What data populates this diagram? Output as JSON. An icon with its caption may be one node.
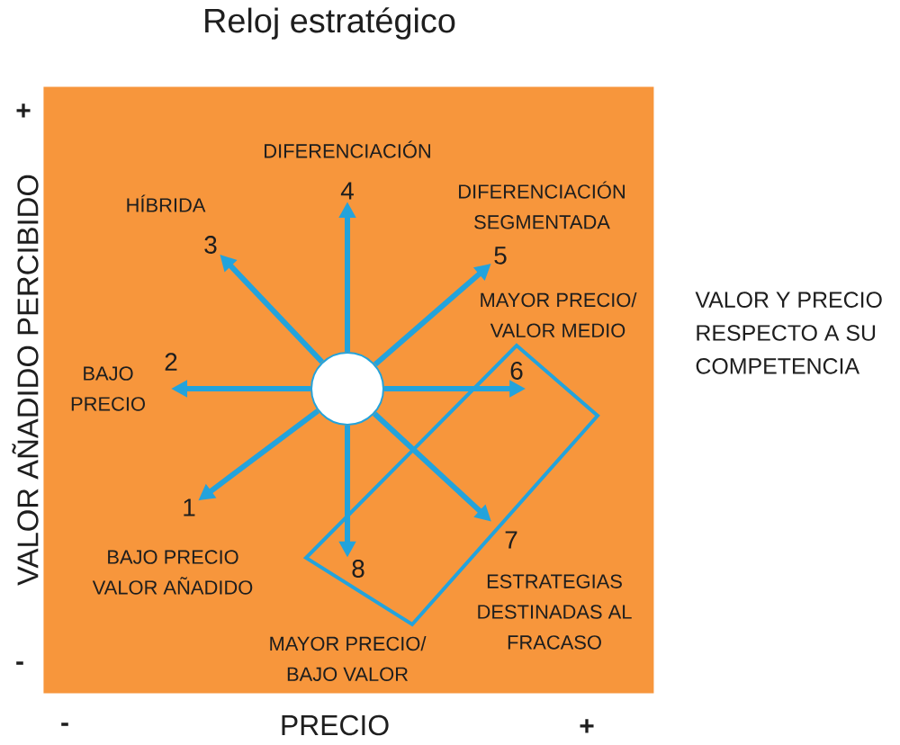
{
  "diagram": {
    "title": "Reloj estratégico",
    "nodes": [
      {
        "text": [],
        "shape": "box"
      },
      {
        "text": [],
        "shape": "circle",
        "in": 0
      },
      {
        "text": [
          "1"
        ],
        "beside": [
          "BAJO PRECIO VALOR AÑADIDO"
        ],
        "in": 0
      },
      {
        "text": [
          "2"
        ],
        "beside": [
          "BAJO PRECIO"
        ],
        "in": 0
      },
      {
        "text": [
          "3"
        ],
        "beside": [
          "HÍBRIDA"
        ],
        "in": 0
      },
      {
        "text": [
          "4"
        ],
        "beside": [
          "DIFERENCIACIÓN"
        ],
        "in": 0
      },
      {
        "text": [
          "5"
        ],
        "beside": [
          "DIFERENCIACIÓN SEGMENTADA"
        ],
        "in": 0
      },
      {
        "text": [
          "6"
        ],
        "beside": [
          "MAYOR PRECIO/ VALOR MEDIO"
        ],
        "in": 0
      },
      {
        "text": [
          "7"
        ],
        "beside": [
          "ESTRATEGIAS DESTINADAS AL FRACASO"
        ],
        "in": 0
      },
      {
        "text": [
          "8"
        ],
        "beside": [
          "MAYOR PRECIO/ BAJO VALOR"
        ],
        "in": 0
      }
    ],
    "edges": [
      {
        "from": 1,
        "to": 2,
        "arrow": "to"
      },
      {
        "from": 1,
        "to": 3,
        "arrow": "to"
      },
      {
        "from": 1,
        "to": 4,
        "arrow": "to"
      },
      {
        "from": 1,
        "to": 5,
        "arrow": "to"
      },
      {
        "from": 1,
        "to": 6,
        "arrow": "to"
      },
      {
        "from": 1,
        "to": 7,
        "arrow": "to"
      },
      {
        "from": 1,
        "to": 8,
        "arrow": "to"
      },
      {
        "from": 1,
        "to": 9,
        "arrow": "to"
      }
    ],
    "labels": [
      "+",
      "VALOR AÑADIDO PERCIBIDO",
      "VALOR Y PRECIO RESPECTO A SU COMPETENCIA",
      "-",
      "-",
      "PRECIO",
      "+"
    ]
  }
}
